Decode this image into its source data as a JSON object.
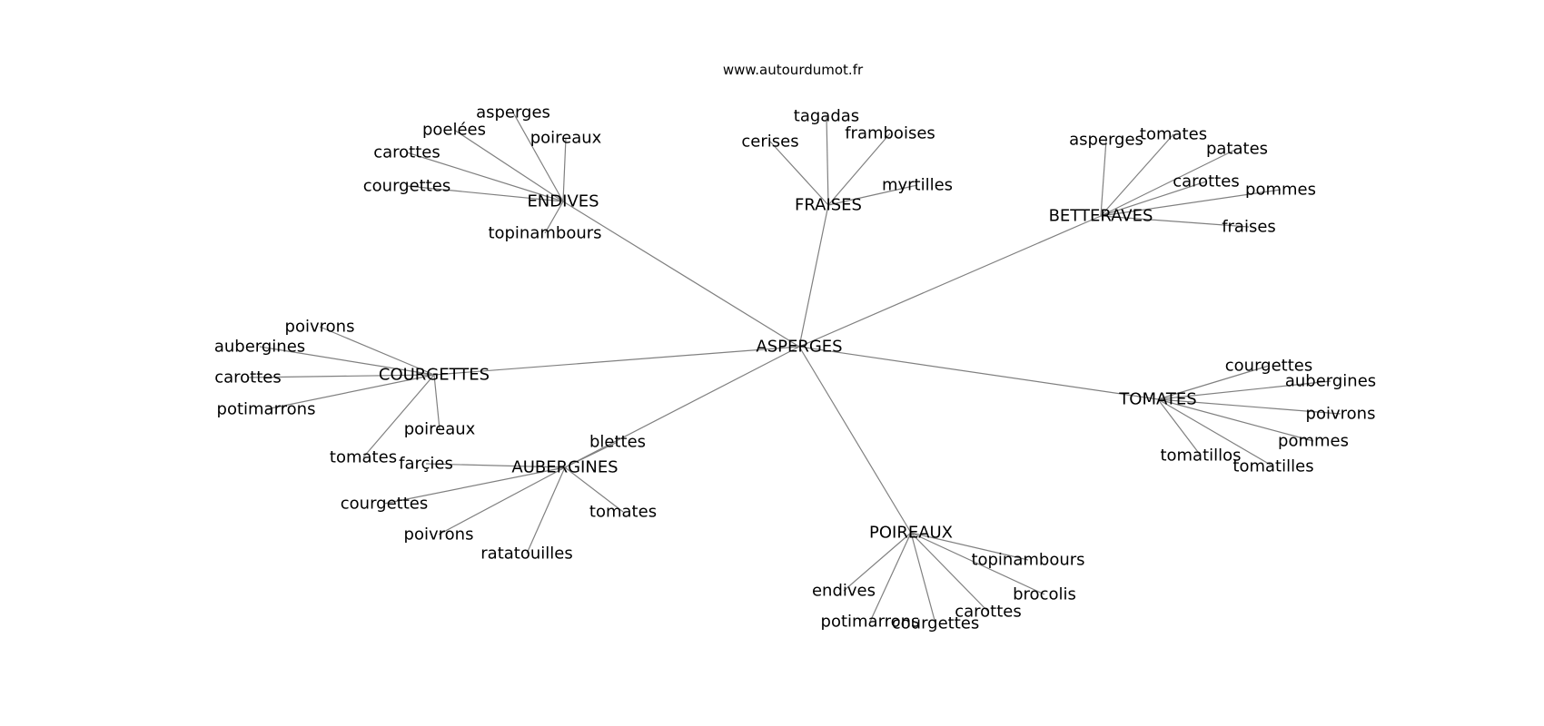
{
  "source": "www.autourdumot.fr",
  "center": "ASPERGES",
  "groups": [
    {
      "label": "ENDIVES",
      "leaves": [
        "asperges",
        "poelées",
        "poireaux",
        "carottes",
        "courgettes",
        "topinambours"
      ]
    },
    {
      "label": "FRAISES",
      "leaves": [
        "tagadas",
        "framboises",
        "cerises",
        "myrtilles"
      ]
    },
    {
      "label": "BETTERAVES",
      "leaves": [
        "asperges",
        "tomates",
        "patates",
        "carottes",
        "pommes",
        "fraises"
      ]
    },
    {
      "label": "COURGETTES",
      "leaves": [
        "poivrons",
        "aubergines",
        "carottes",
        "potimarrons",
        "poireaux",
        "tomates"
      ]
    },
    {
      "label": "AUBERGINES",
      "leaves": [
        "blettes",
        "farçies",
        "courgettes",
        "tomates",
        "poivrons",
        "ratatouilles"
      ]
    },
    {
      "label": "TOMATES",
      "leaves": [
        "courgettes",
        "aubergines",
        "poivrons",
        "pommes",
        "tomatillos",
        "tomatilles"
      ]
    },
    {
      "label": "POIREAUX",
      "leaves": [
        "topinambours",
        "brocolis",
        "endives",
        "carottes",
        "potimarrons",
        "courgettes"
      ]
    }
  ]
}
